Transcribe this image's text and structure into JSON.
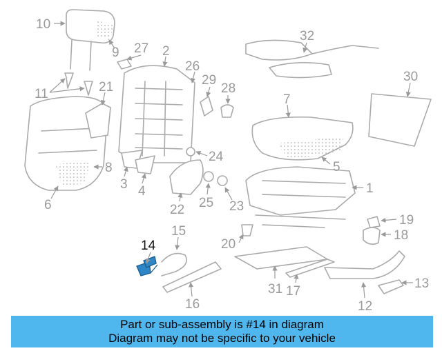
{
  "callouts": [
    "10",
    "9",
    "27",
    "2",
    "26",
    "32",
    "11",
    "21",
    "29",
    "28",
    "7",
    "30",
    "8",
    "3",
    "4",
    "24",
    "5",
    "6",
    "22",
    "25",
    "23",
    "1",
    "15",
    "19",
    "20",
    "18",
    "14",
    "31",
    "17",
    "13",
    "16",
    "12"
  ],
  "highlighted_part": "14",
  "highlight_color": "#2f86c6",
  "banner": {
    "line1": "Part or sub-assembly is #14 in diagram",
    "line2": "Diagram may not be specific to your vehicle",
    "background": "#4fb7ee"
  }
}
